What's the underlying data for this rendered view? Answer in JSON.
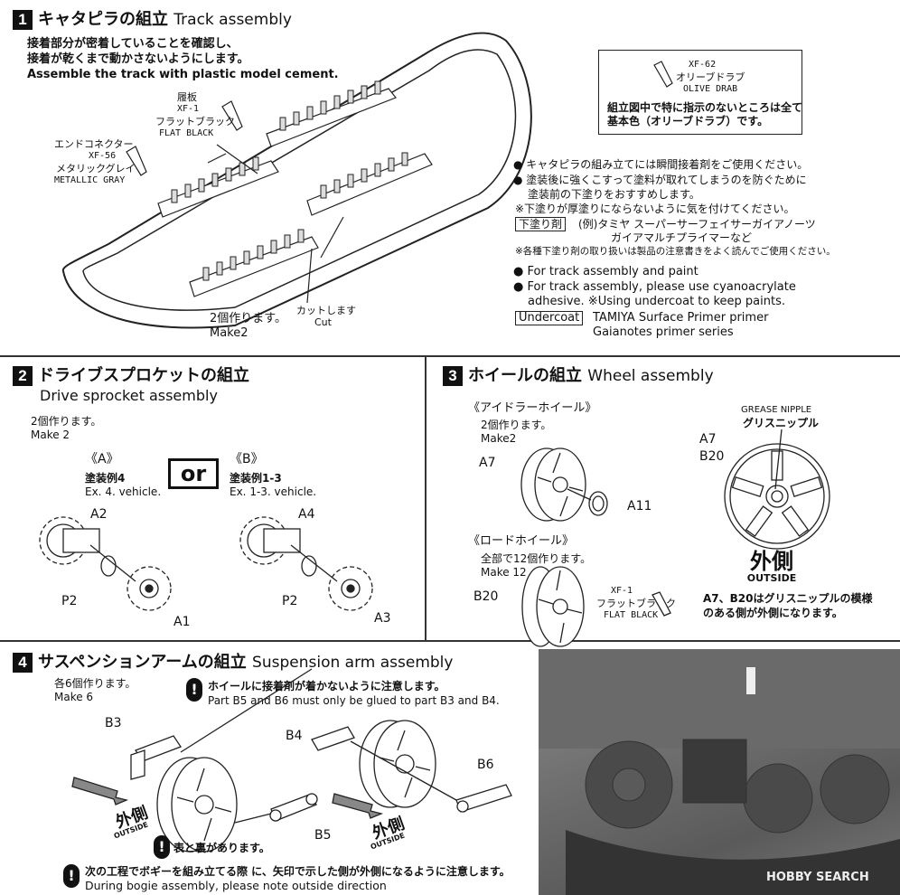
{
  "step1": {
    "num": "1",
    "title": "キャタピラの組立",
    "title_en": "Track assembly",
    "instr_jp_1": "接着部分が密着していることを確認し、",
    "instr_jp_2": "接着が乾くまで動かさないようにします。",
    "instr_en": "Assemble the track with plastic model cement.",
    "tread_jp": "履板",
    "tread_code": "XF-1",
    "tread_name_jp": "フラットブラック",
    "tread_name_en": "FLAT BLACK",
    "end_jp": "エンドコネクター",
    "end_code": "XF-56",
    "end_name_jp": "メタリックグレイ",
    "end_name_en": "METALLIC GRAY",
    "cut_jp": "カットします",
    "cut_en": "Cut",
    "make_jp": "2個作ります。",
    "make_en": "Make2"
  },
  "colorbox": {
    "code": "XF-62",
    "name_jp": "オリーブドラブ",
    "name_en": "OLIVE DRAB",
    "note_1": "組立図中で特に指示のないところは全て",
    "note_2": "基本色（オリーブドラブ）です。"
  },
  "notes_jp": {
    "n1": "● キャタピラの組み立てには瞬間接着剤をご使用ください。",
    "n2a": "● 塗装後に強くこすって塗料が取れてしまうのを防ぐために",
    "n2b": "塗装前の下塗りをおすすめします。",
    "n3": "※下塗りが厚塗りにならないように気を付けてください。",
    "primer_tag": "下塗り剤",
    "primer_1": "(例)タミヤ スーパーサーフェイサーガイアノーツ",
    "primer_2": "ガイアマルチプライマーなど",
    "caution": "※各種下塗り剤の取り扱いは製品の注意書きをよく読んでご使用ください。"
  },
  "notes_en": {
    "n1": "● For track assembly and paint",
    "n2a": "● For track assembly, please use cyanoacrylate",
    "n2b": "adhesive. ※Using undercoat to keep paints.",
    "undercoat_tag": "Undercoat",
    "undercoat_1": "TAMIYA Surface Primer primer",
    "undercoat_2": "Gaianotes primer series"
  },
  "step2": {
    "num": "2",
    "title": "ドライブスプロケットの組立",
    "title_en": "Drive sprocket assembly",
    "make_jp": "2個作ります。",
    "make_en": "Make 2",
    "a_label": "《A》",
    "a_jp": "塗装例4",
    "a_en": "Ex. 4. vehicle.",
    "or": "or",
    "b_label": "《B》",
    "b_jp": "塗装例1-3",
    "b_en": "Ex. 1-3. vehicle.",
    "a2": "A2",
    "p2a": "P2",
    "a1": "A1",
    "a4": "A4",
    "p2b": "P2",
    "a3": "A3"
  },
  "step3": {
    "num": "3",
    "title": "ホイールの組立",
    "title_en": "Wheel assembly",
    "idler_jp": "《アイドラーホイール》",
    "idler_make_jp": "2個作ります。",
    "idler_make_en": "Make2",
    "a7": "A7",
    "a11": "A11",
    "road_jp": "《ロードホイール》",
    "road_make_jp": "全部で12個作ります。",
    "road_make_en": "Make 12",
    "b20": "B20",
    "paint_code": "XF-1",
    "paint_jp": "フラットブラック",
    "paint_en": "FLAT BLACK",
    "grease_en": "GREASE NIPPLE",
    "grease_jp": "グリスニップル",
    "a7_r": "A7",
    "b20_r": "B20",
    "outside_jp": "外側",
    "outside_en": "OUTSIDE",
    "note_1": "A7、B20はグリスニップルの模様",
    "note_2": "のある側が外側になります。"
  },
  "step4": {
    "num": "4",
    "title": "サスペンションアームの組立",
    "title_en": "Suspension arm assembly",
    "make_jp": "各6個作ります。",
    "make_en": "Make 6",
    "warn1_jp": "ホイールに接着剤が着かないように注意します。",
    "warn1_en": "Part B5 and B6 must only be glued to part B3 and B4.",
    "b3": "B3",
    "b4": "B4",
    "b5": "B5",
    "b6": "B6",
    "outside_jp": "外側",
    "outside_en": "OUTSIDE",
    "warn2_jp": "表と裏があります。",
    "warn3_jp": "次の工程でボギーを組み立てる際 に、矢印で示した側が外側になるように注意します。",
    "warn3_en": "During bogie assembly, please note outside direction",
    "warn_symbol": "!"
  },
  "watermark": "HOBBY SEARCH"
}
